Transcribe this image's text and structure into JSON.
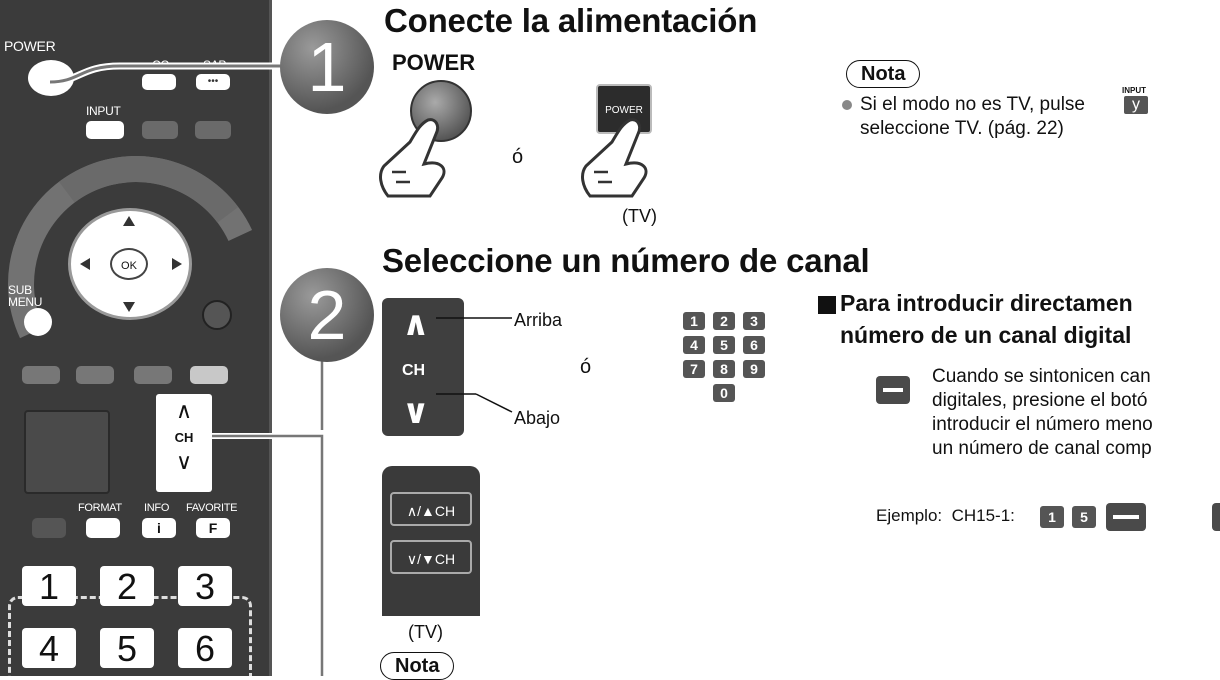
{
  "remote": {
    "power_label": "POWER",
    "cc_label": "CC",
    "sap_label": "SAP",
    "sap_dots": "•••",
    "input_label": "INPUT",
    "ok_label": "OK",
    "sub_menu_label": "SUB\nMENU",
    "ch_label": "CH",
    "format_label": "FORMAT",
    "info_label": "INFO",
    "favorite_label": "FAVORITE",
    "info_glyph": "i",
    "favorite_glyph": "F",
    "numbers": [
      "1",
      "2",
      "3",
      "4",
      "5",
      "6"
    ]
  },
  "step1": {
    "number": "1",
    "title": "Conecte la alimentación",
    "power_label": "POWER",
    "or": "ó",
    "tv_power_key": "POWER",
    "tv_label": "(TV)"
  },
  "nota1": {
    "label": "Nota",
    "text_line1": "Si el modo no es TV, pulse",
    "input_key_label": "INPUT",
    "y_glyph": "y",
    "text_line2": "seleccione TV. (pág. 22)"
  },
  "step2": {
    "number": "2",
    "title": "Seleccione un número de canal",
    "up_label": "Arriba",
    "down_label": "Abajo",
    "ch_label": "CH",
    "or": "ó",
    "keypad": [
      "1",
      "2",
      "3",
      "4",
      "5",
      "6",
      "7",
      "8",
      "9",
      "0"
    ],
    "tv_up_key": "∧/▲CH",
    "tv_down_key": "∨/▼CH",
    "tv_label": "(TV)",
    "nota_label": "Nota"
  },
  "direct": {
    "heading_line1": "Para introducir directamen",
    "heading_line2": "número de un canal digital",
    "body_line1": "Cuando se sintonicen can",
    "body_line2": "digitales, presione el botó",
    "body_line3": "introducir el número meno",
    "body_line4": "un número de canal comp",
    "example_label": "Ejemplo:  CH15-1:",
    "example_keys": [
      "1",
      "5"
    ]
  }
}
